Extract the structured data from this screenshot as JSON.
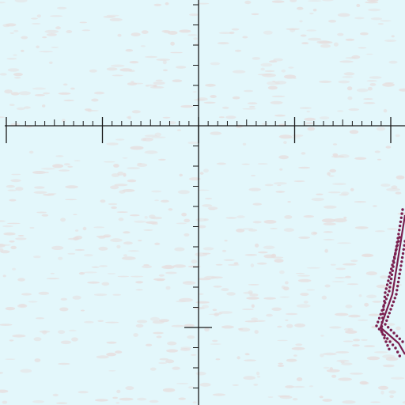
{
  "colors": {
    "background": "#e3f7fb",
    "texture": "#e6dede",
    "axis": "#1a1a1a",
    "curve": "#7a1f4f"
  },
  "axes": {
    "x_axis_shown": true,
    "y_axis_shown": true,
    "x_major_ticks": 5,
    "x_minor_ticks_per_major": 10,
    "y_minor_ticks_above_axis": 6,
    "y_minor_ticks_below_axis": 14,
    "y_major_tick_below_axis": 1
  },
  "curve": {
    "style": "solid line bordered by dotted strands",
    "visible_segments": 3
  }
}
